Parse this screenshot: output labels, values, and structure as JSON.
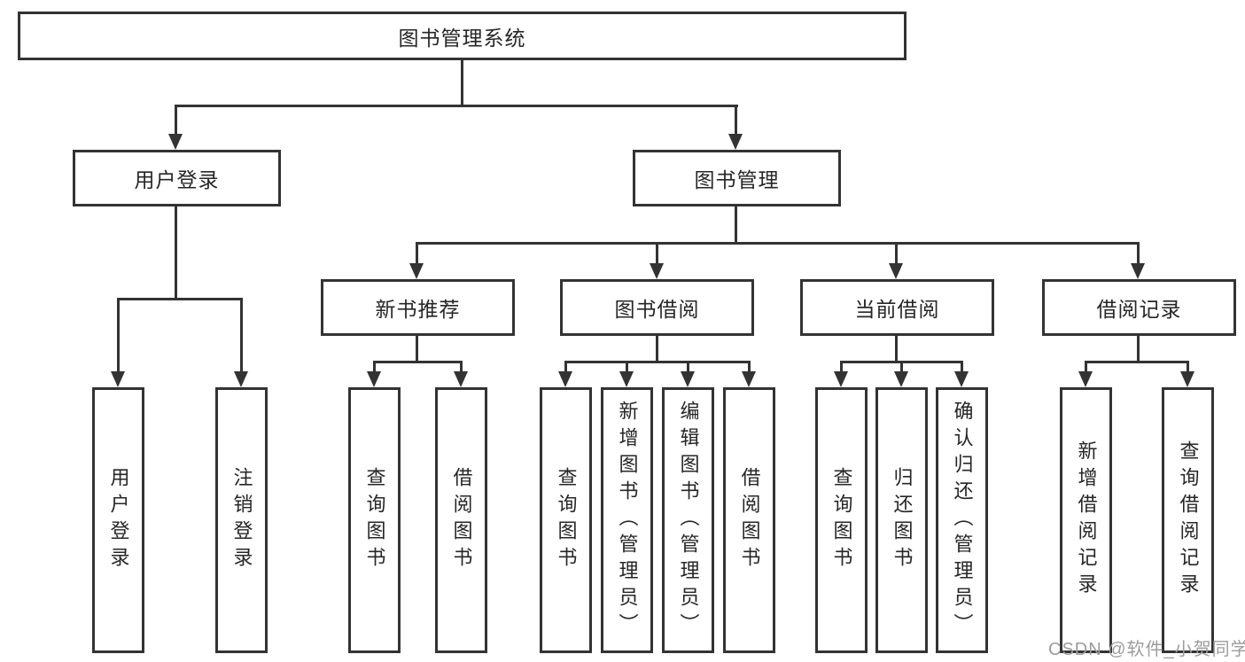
{
  "diagram_title": "图书管理系统",
  "tree": {
    "root": {
      "label": "图书管理系统"
    },
    "children": [
      {
        "label": "用户登录",
        "children": [
          {
            "label": "用户登录"
          },
          {
            "label": "注销登录"
          }
        ]
      },
      {
        "label": "图书管理",
        "children": [
          {
            "label": "新书推荐",
            "children": [
              {
                "label": "查询图书"
              },
              {
                "label": "借阅图书"
              }
            ]
          },
          {
            "label": "图书借阅",
            "children": [
              {
                "label": "查询图书"
              },
              {
                "label": "新增图书（管理员）"
              },
              {
                "label": "编辑图书（管理员）"
              },
              {
                "label": "借阅图书"
              }
            ]
          },
          {
            "label": "当前借阅",
            "children": [
              {
                "label": "查询图书"
              },
              {
                "label": "归还图书"
              },
              {
                "label": "确认归还（管理员）"
              }
            ]
          },
          {
            "label": "借阅记录",
            "children": [
              {
                "label": "新增借阅记录"
              },
              {
                "label": "查询借阅记录"
              }
            ]
          }
        ]
      }
    ]
  },
  "watermark": {
    "text": "CSDN @软件_小贺同学"
  },
  "colors": {
    "line": "#333333",
    "text": "#262626",
    "watermark": "#9c9c9c",
    "background": "#ffffff"
  }
}
